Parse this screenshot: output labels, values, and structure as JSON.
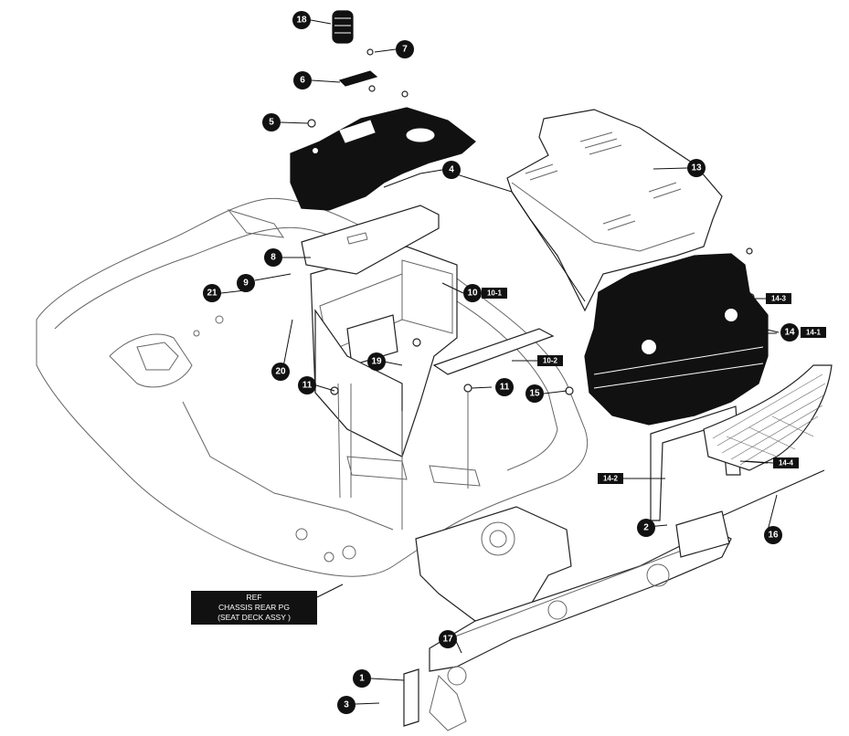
{
  "diagram": {
    "callouts": [
      "18",
      "7",
      "6",
      "5",
      "4",
      "13",
      "8",
      "9",
      "21",
      "10",
      "20",
      "19",
      "11",
      "11",
      "15",
      "14",
      "2",
      "16",
      "17",
      "1",
      "3"
    ],
    "tags": [
      "10-1",
      "10-2",
      "14-3",
      "14-1",
      "14-2",
      "14-4"
    ],
    "ref_box": {
      "line1": "REF",
      "line2": "CHASSIS REAR PG",
      "line3": "(SEAT DECK ASSY )"
    }
  }
}
